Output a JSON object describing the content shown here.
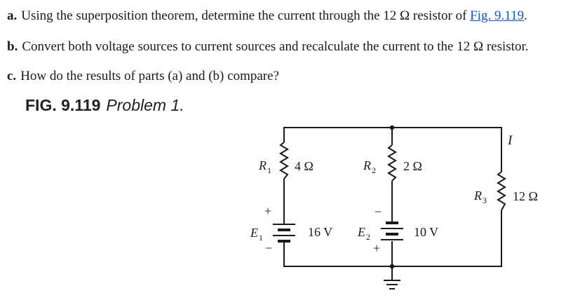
{
  "problem": {
    "part_a": {
      "label": "a.",
      "text_before": "Using the superposition theorem, determine the current through the 12 Ω resistor of ",
      "link": "Fig. 9.119",
      "text_after": "."
    },
    "part_b": {
      "label": "b.",
      "text": "Convert both voltage sources to current sources and recalculate the current to the 12 Ω resistor."
    },
    "part_c": {
      "label": "c.",
      "text": "How do the results of parts (a) and (b) compare?"
    }
  },
  "figure": {
    "number": "FIG. 9.119",
    "title": "Problem 1."
  },
  "circuit": {
    "R1": {
      "name": "R",
      "sub": "1",
      "value": "4 Ω"
    },
    "R2": {
      "name": "R",
      "sub": "2",
      "value": "2 Ω"
    },
    "R3": {
      "name": "R",
      "sub": "3",
      "value": "12 Ω"
    },
    "E1": {
      "name": "E",
      "sub": "1",
      "value": "16 V",
      "plus": "+",
      "minus": "−"
    },
    "E2": {
      "name": "E",
      "sub": "2",
      "value": "10 V",
      "plus": "+",
      "minus": "−"
    },
    "current_label": "I"
  }
}
